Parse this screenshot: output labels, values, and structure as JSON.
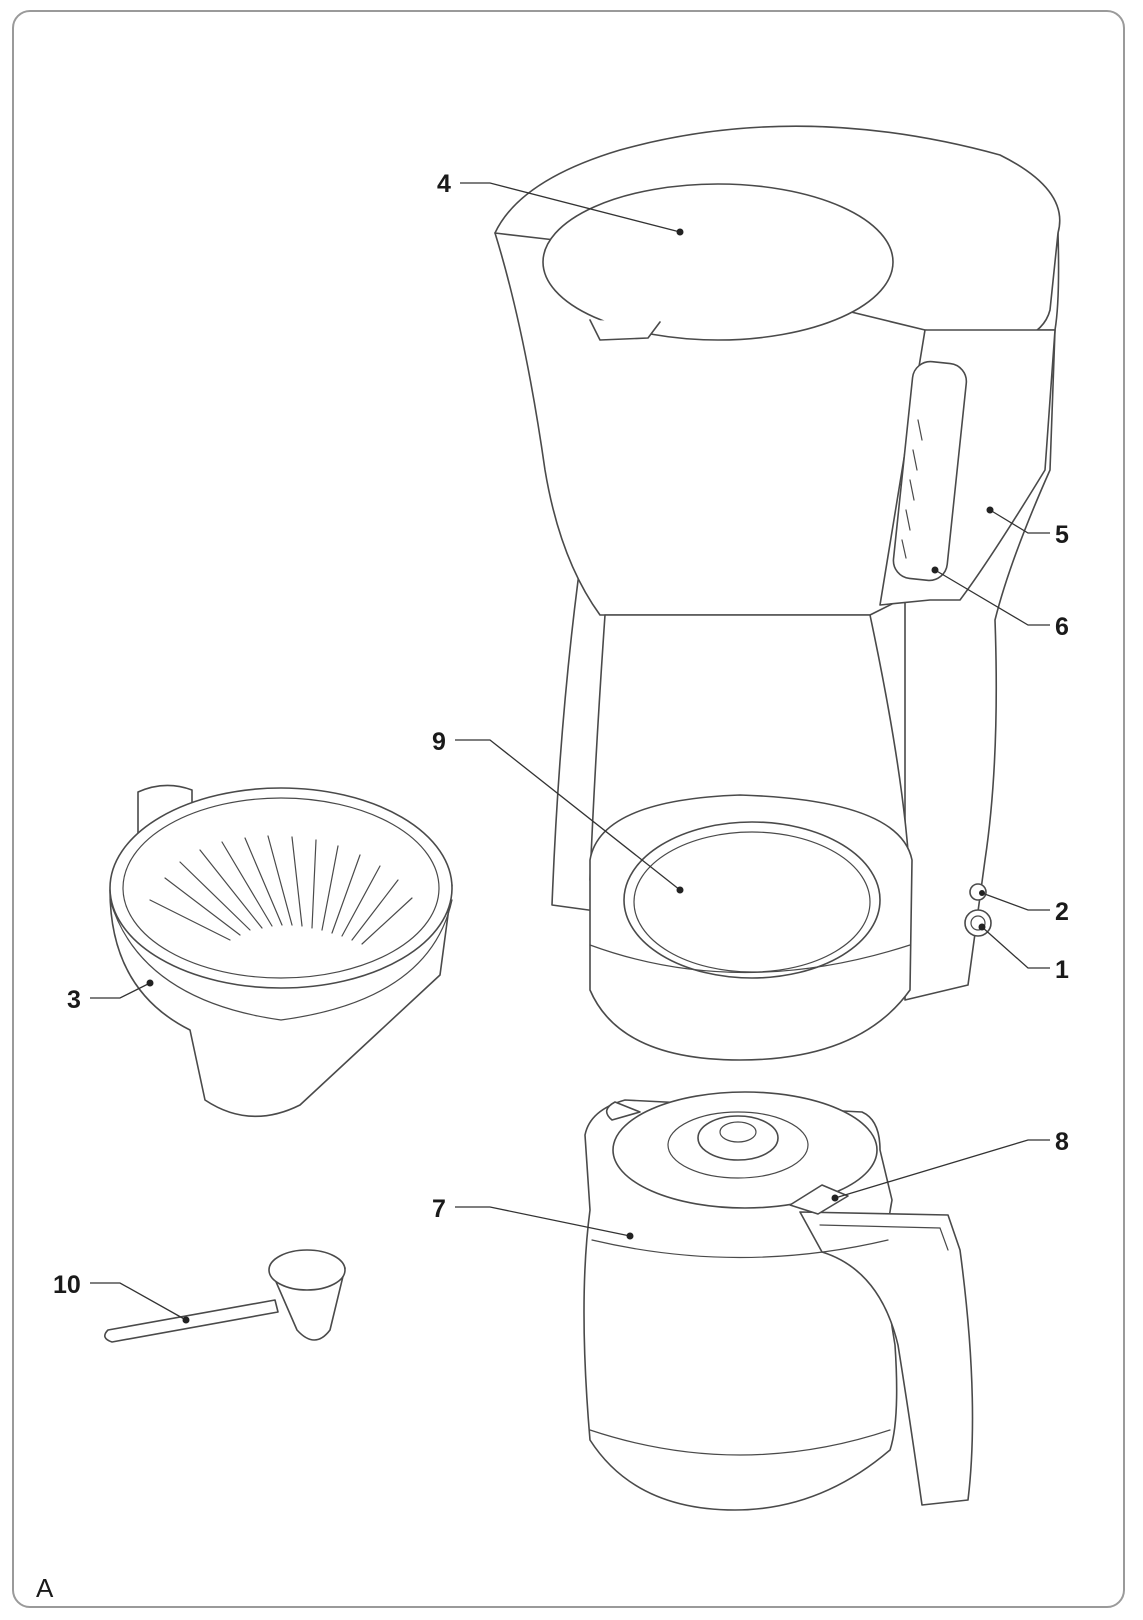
{
  "figure": {
    "label": "A"
  },
  "labels": [
    {
      "id": "lid",
      "number": "4"
    },
    {
      "id": "housing",
      "number": "5"
    },
    {
      "id": "water-gauge",
      "number": "6"
    },
    {
      "id": "warming-plate",
      "number": "9"
    },
    {
      "id": "button-upper",
      "number": "2"
    },
    {
      "id": "button-lower",
      "number": "1"
    },
    {
      "id": "filter-holder",
      "number": "3"
    },
    {
      "id": "jug-lid",
      "number": "8"
    },
    {
      "id": "jug",
      "number": "7"
    },
    {
      "id": "measuring-spoon",
      "number": "10"
    }
  ]
}
